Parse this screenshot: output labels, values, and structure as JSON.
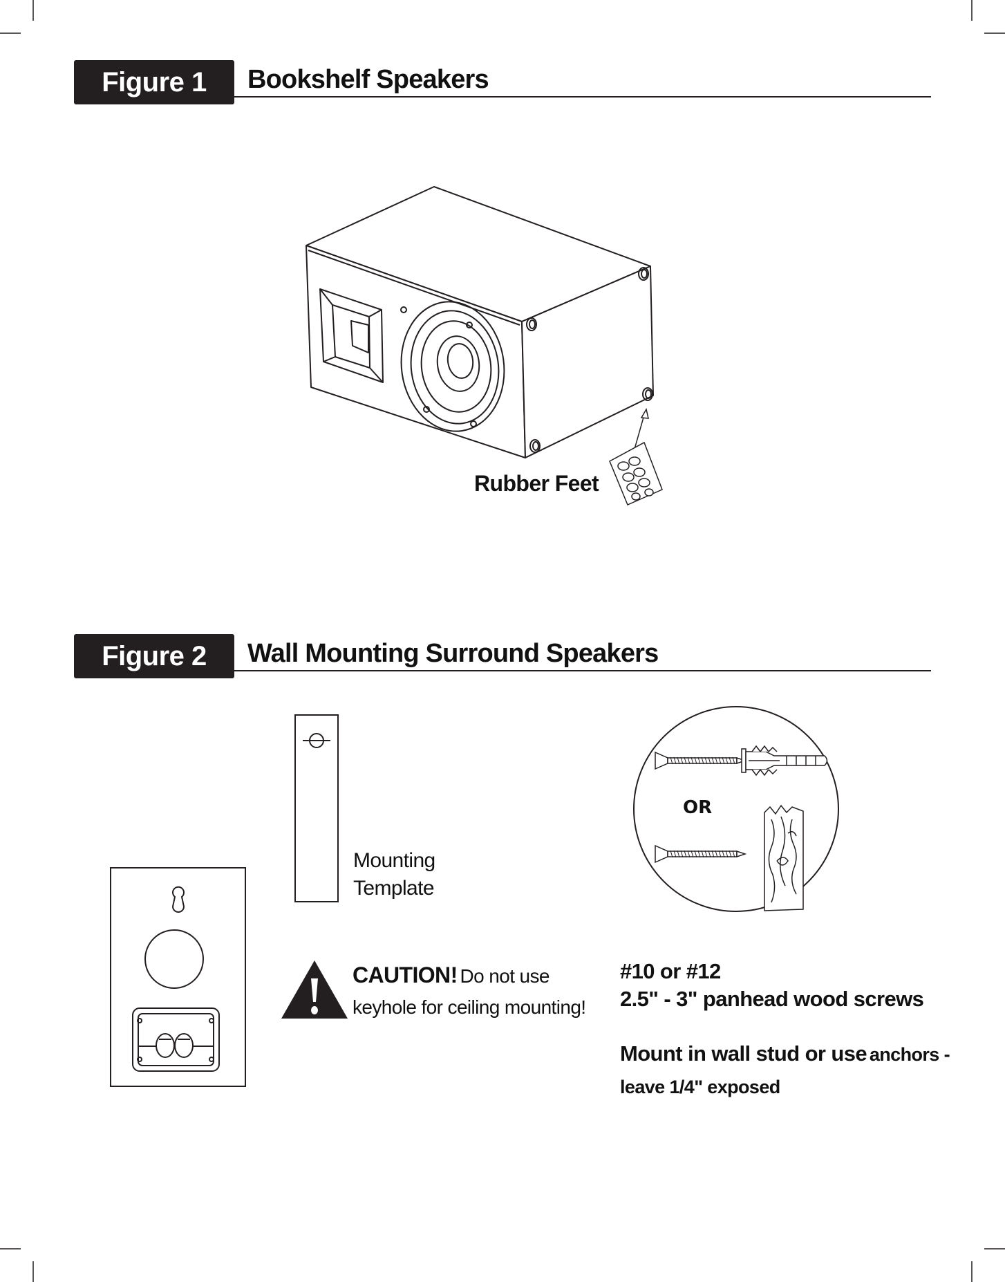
{
  "figure1": {
    "badge": "Figure 1",
    "title": "Bookshelf Speakers",
    "callout": "Rubber Feet"
  },
  "figure2": {
    "badge": "Figure 2",
    "title": "Wall Mounting Surround Speakers",
    "template_label_line1": "Mounting",
    "template_label_line2": "Template",
    "caution_word": "CAUTION!",
    "caution_rest_line1": "Do not use",
    "caution_line2": "keyhole for ceiling mounting!",
    "or_label": "OR",
    "screw_line1": "#10 or #12",
    "screw_line2": "2.5\" - 3\" panhead wood screws",
    "mount_line1_bold": "Mount in wall stud or use",
    "mount_line1_rest": "anchors -",
    "mount_line2": "leave 1/4\" exposed"
  }
}
